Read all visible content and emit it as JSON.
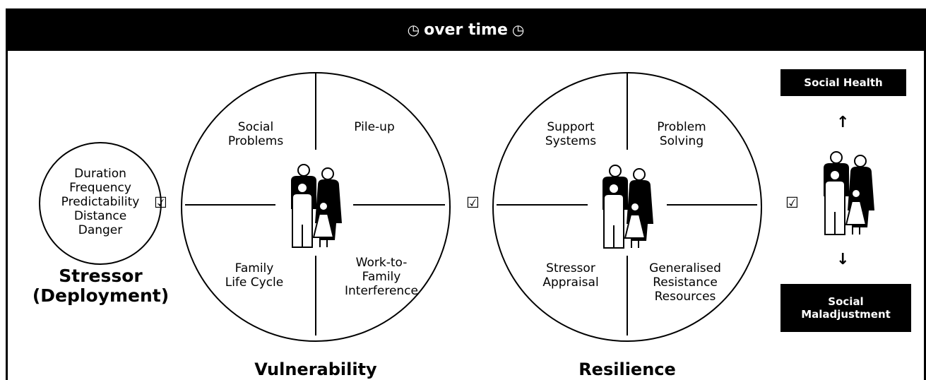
{
  "banner": {
    "icon_left": "clock-icon",
    "icon_right": "clock-icon",
    "clock_glyph": "◷",
    "text": "over time"
  },
  "stressor": {
    "items": [
      "Duration",
      "Frequency",
      "Predictability",
      "Distance",
      "Danger"
    ],
    "title_line1": "Stressor",
    "title_line2": "(Deployment)"
  },
  "vulnerability": {
    "title": "Vulnerability",
    "quadrants": {
      "top_left": [
        "Social",
        "Problems"
      ],
      "top_right": [
        "Pile-up"
      ],
      "bottom_left": [
        "Family",
        "Life Cycle"
      ],
      "bottom_right": [
        "Work-to-",
        "Family",
        "Interference"
      ]
    }
  },
  "resilience": {
    "title": "Resilience",
    "quadrants": {
      "top_left": [
        "Support",
        "Systems"
      ],
      "top_right": [
        "Problem",
        "Solving"
      ],
      "bottom_left": [
        "Stressor",
        "Appraisal"
      ],
      "bottom_right": [
        "Generalised",
        "Resistance",
        "Resources"
      ]
    }
  },
  "outcome": {
    "top": "Social Health",
    "bottom_line1": "Social",
    "bottom_line2": "Maladjustment",
    "arrow_up": "↑",
    "arrow_down": "↓"
  },
  "checkmark": "☑",
  "icons": {
    "family": "family-icon",
    "arrow_up": "arrow-up-icon",
    "arrow_down": "arrow-down-icon"
  }
}
